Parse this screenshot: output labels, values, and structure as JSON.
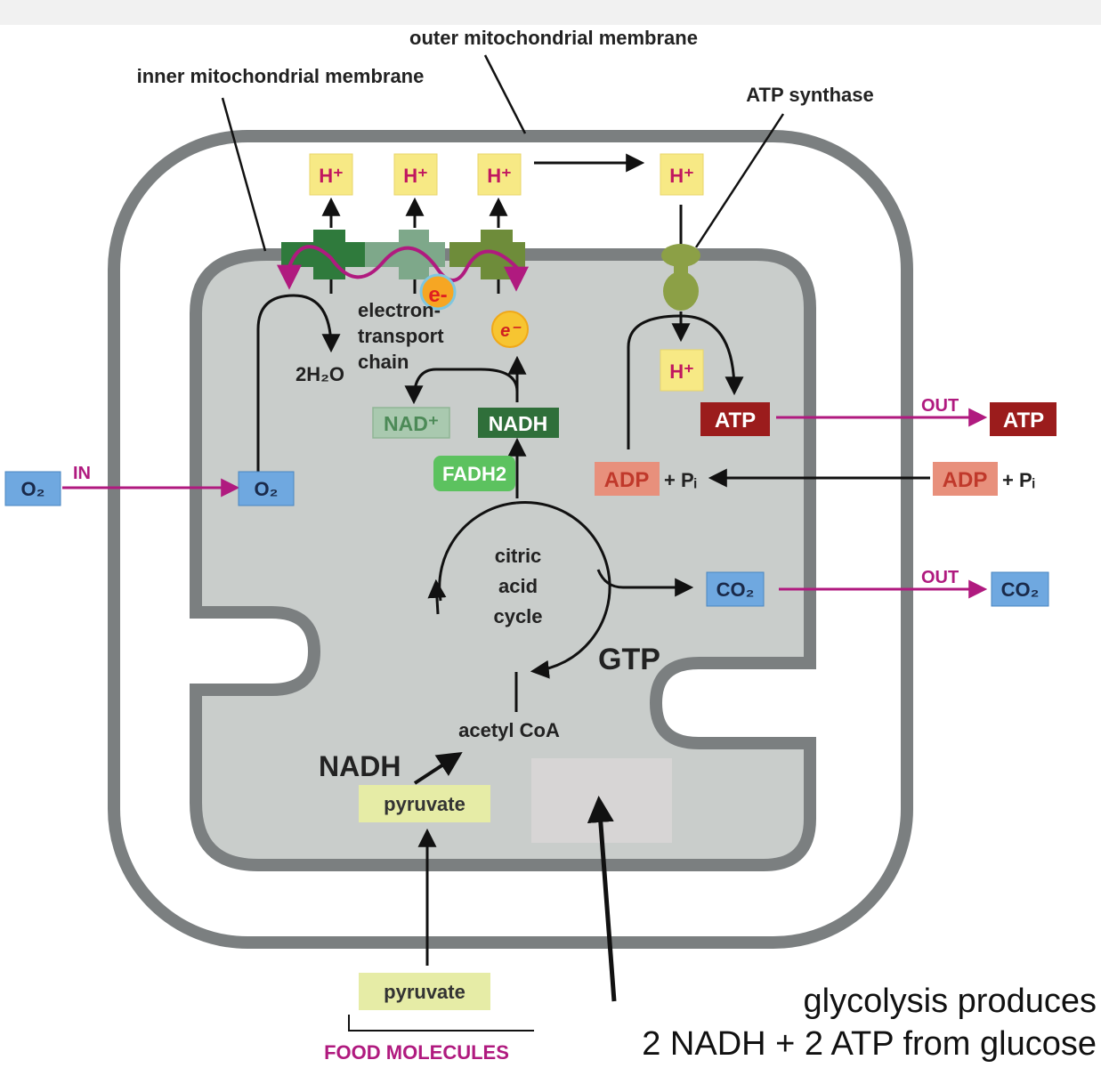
{
  "labels": {
    "outer_membrane": "outer mitochondrial membrane",
    "inner_membrane": "inner mitochondrial membrane",
    "atp_synthase": "ATP synthase",
    "etc_line1": "electron-",
    "etc_line2": "transport",
    "etc_line3": "chain",
    "water": "2H₂O",
    "cycle_line1": "citric",
    "cycle_line2": "acid",
    "cycle_line3": "cycle",
    "gtp": "GTP",
    "acetyl_coa": "acetyl CoA",
    "nadh_large": "NADH",
    "in": "IN",
    "out_atp": "OUT",
    "out_co2": "OUT",
    "plus_pi": "+ Pᵢ",
    "food_molecules": "FOOD MOLECULES",
    "glycolysis_line1": "glycolysis produces",
    "glycolysis_line2": "2 NADH + 2 ATP from glucose"
  },
  "boxes": {
    "proton": "H⁺",
    "electron_e_minus": "e-",
    "electron": "e⁻",
    "nad_plus": "NAD⁺",
    "nadh": "NADH",
    "fadh2": "FADH2",
    "atp": "ATP",
    "adp": "ADP",
    "o2": "O₂",
    "co2": "CO₂",
    "pyruvate": "pyruvate"
  },
  "colors": {
    "membrane": "#7b7f80",
    "matrix": "#c9cdcb",
    "magenta": "#b01a7f",
    "proton_box": "#f7e985",
    "proton_text": "#c1175f",
    "blue_box": "#6fa8e0",
    "nadh_dark": "#2f6f3a",
    "fadh2_green": "#5cc25f",
    "atp_red": "#9b1c1c",
    "adp_salmon": "#e8907c",
    "pyruvate_box": "#e6eca6"
  }
}
